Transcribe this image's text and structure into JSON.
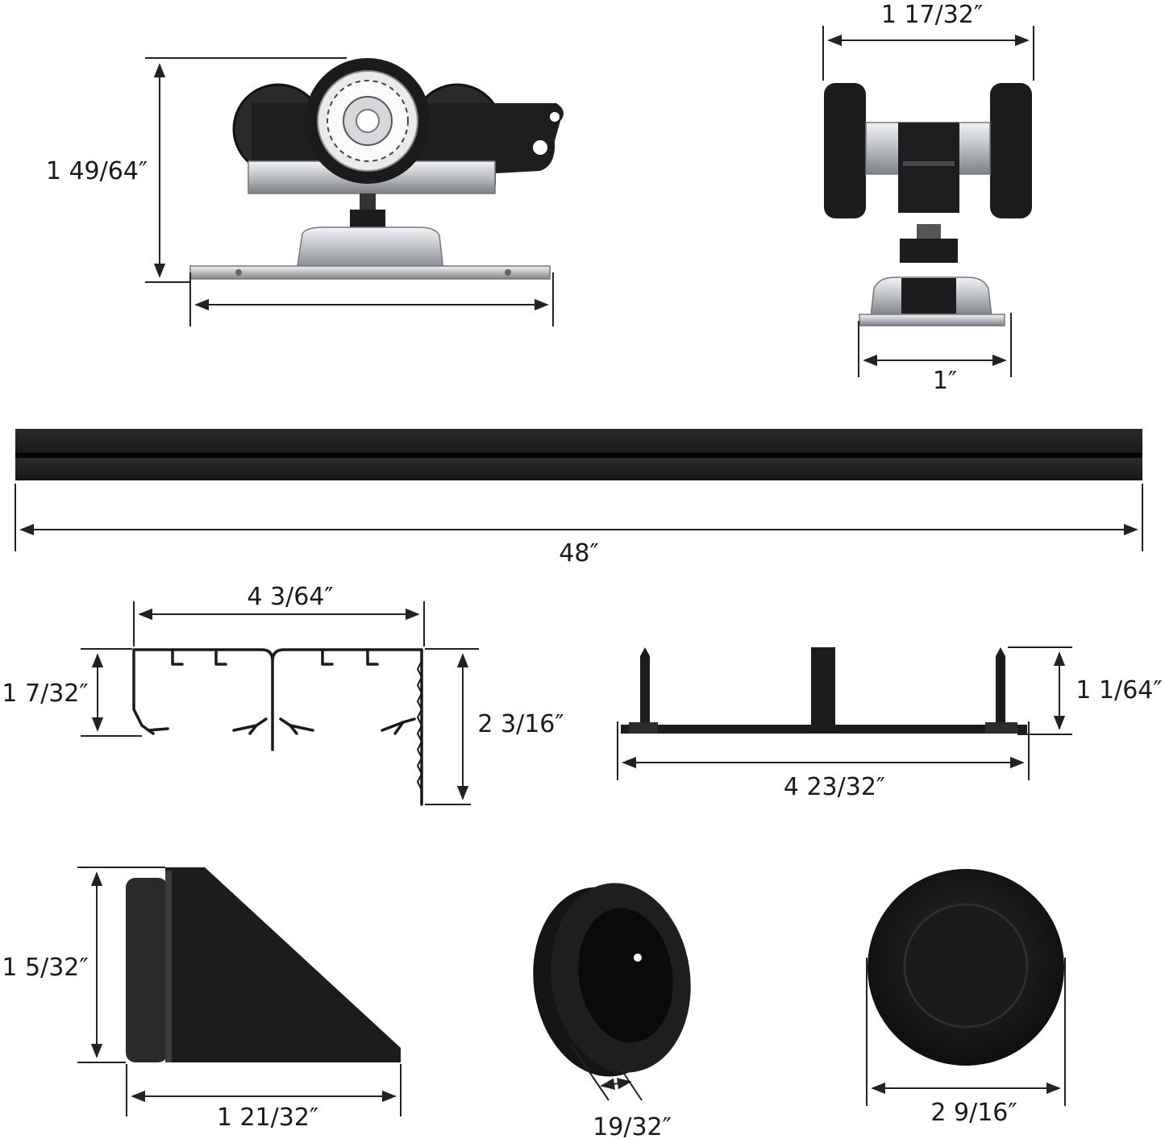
{
  "colors": {
    "background": "#ffffff",
    "hardware_black": "#1c1c1e",
    "dimension_line": "#222222",
    "silver": "#c8cbcf"
  },
  "dimensions": {
    "roller_side_height": "1 49/64″",
    "roller_front_width": "1 17/32″",
    "roller_front_base": "1″",
    "rail_length": "48″",
    "profile_width": "4 3/64″",
    "profile_inner_height": "1 7/32″",
    "profile_total_height": "2 3/16″",
    "guide_height": "1 1/64″",
    "guide_width": "4 23/32″",
    "stop_height": "1 5/32″",
    "stop_width": "1 21/32″",
    "pull_depth": "19/32″",
    "pull_diameter": "2 9/16″"
  }
}
